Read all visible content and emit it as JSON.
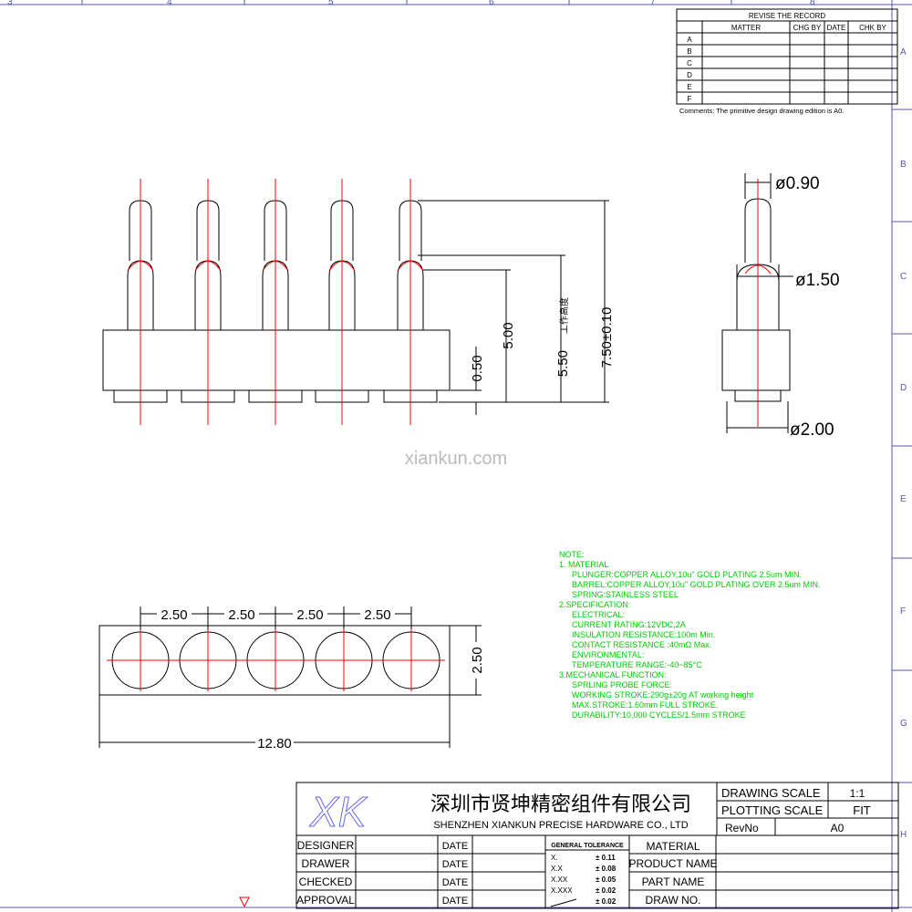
{
  "border": {
    "top_numbers": [
      "3",
      "4",
      "5",
      "6",
      "7",
      "8"
    ],
    "right_letters": [
      "A",
      "B",
      "C",
      "D",
      "E",
      "F",
      "G",
      "H"
    ]
  },
  "revision": {
    "title": "REVISE THE RECORD",
    "headers": [
      "MATTER",
      "CHG BY",
      "DATE",
      "CHK BY"
    ],
    "rows": [
      "A",
      "B",
      "C",
      "D",
      "E",
      "F"
    ],
    "comments": "Comments: The primitive design drawing edition is A0."
  },
  "dimensions": {
    "height_1": "0.50",
    "height_2": "5.00",
    "height_3": "5.50",
    "height_3_note": "工作高度",
    "height_4": "7.50±0.10",
    "dia_tip": "ø0.90",
    "dia_barrel": "ø1.50",
    "dia_base": "ø2.00",
    "pitch": [
      "2.50",
      "2.50",
      "2.50",
      "2.50"
    ],
    "width": "2.50",
    "length": "12.80"
  },
  "watermark": "xiankun.com",
  "notes": [
    "NOTE:",
    "1. MATERIAL",
    "PLUNGER:COPPER ALLOY,10u\" GOLD PLATING 2.5um MIN.",
    "BARREL:COPPER ALLOY,10u\" GOLD PLATING OVER 2.5um MIN.",
    "SPRING:STAINLESS STEEL",
    "2.SPECIFICATION:",
    "ELECTRICAL:",
    "CURRENT RATING:12VDC,2A",
    "INSULATION RESISTANCE:100m Min.",
    "CONTACT RESISTANCE :40mΩ Max.",
    "ENVIRONMENTAL:",
    "TEMPERATURE RANGE:-40~85°C",
    "3.MECHANICAL FUNCTION:",
    "SPRLING PROBE FORCE:",
    "WORKING STROKE:290g±20g AT working height",
    "MAX.STROKE:1.60mm FULL STROKE.",
    "DURABILITY:10,000 CYCLES/1.5mm STROKE"
  ],
  "title_block": {
    "logo": "XK",
    "company_cn": "深圳市贤坤精密组件有限公司",
    "company_en": "SHENZHEN XIANKUN PRECISE HARDWARE CO., LTD",
    "drawing_scale_label": "DRAWING SCALE",
    "drawing_scale_value": "1:1",
    "plotting_scale_label": "PLOTTING SCALE",
    "plotting_scale_value": "FIT",
    "revno_label": "RevNo",
    "revno_value": "A0",
    "roles": [
      "DESIGNER",
      "DRAWER",
      "CHECKED",
      "APPROVAL"
    ],
    "date_label": "DATE",
    "tolerance_header": "GENERAL TOLERANCE",
    "tolerances": [
      {
        "format": "X.",
        "value": "± 0.11"
      },
      {
        "format": "X.X",
        "value": "± 0.08"
      },
      {
        "format": "X.XX",
        "value": "± 0.05"
      },
      {
        "format": "X.XXX",
        "value": "± 0.02"
      },
      {
        "format": "",
        "value": "± 0.02"
      }
    ],
    "fields": [
      "MATERIAL",
      "PRODUCT NAME",
      "PART NAME",
      "DRAW NO."
    ]
  },
  "colors": {
    "line": "#000000",
    "centerline": "#ff0000",
    "note_text": "#00cc00",
    "border_ticks": "#5555aa",
    "watermark": "#bbbbbb",
    "logo": "#6666ee"
  }
}
